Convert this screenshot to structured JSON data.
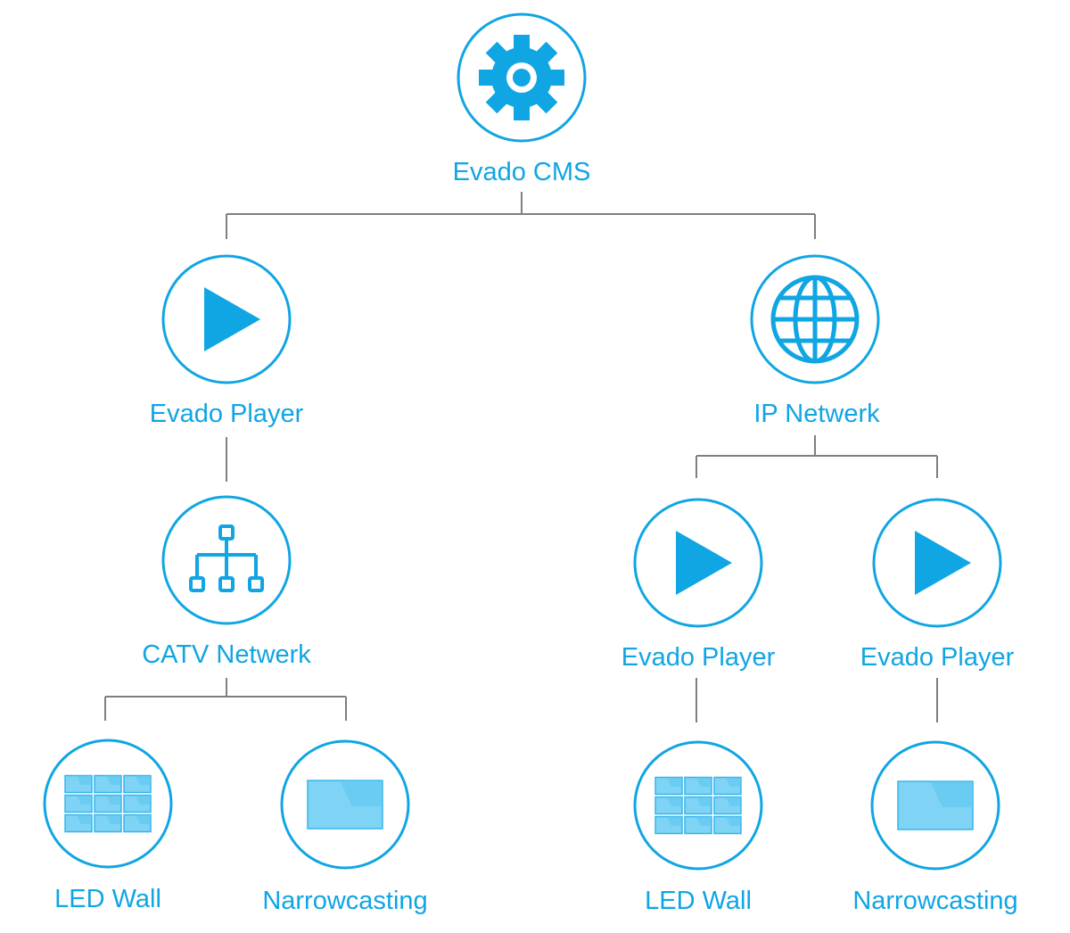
{
  "colors": {
    "accent": "#10a5e3",
    "connector": "#7f7f7f",
    "panel_light": "#7fd4f5",
    "background": "#ffffff"
  },
  "nodes": {
    "cms": {
      "label": "Evado CMS",
      "icon": "gear-icon"
    },
    "player_left": {
      "label": "Evado Player",
      "icon": "play-icon"
    },
    "ip_network": {
      "label": "IP Netwerk",
      "icon": "globe-icon"
    },
    "catv_network": {
      "label": "CATV Netwerk",
      "icon": "network-tree-icon"
    },
    "player_ip_1": {
      "label": "Evado Player",
      "icon": "play-icon"
    },
    "player_ip_2": {
      "label": "Evado Player",
      "icon": "play-icon"
    },
    "led_wall_catv": {
      "label": "LED Wall",
      "icon": "led-wall-icon"
    },
    "narrowcasting_catv": {
      "label": "Narrowcasting",
      "icon": "display-screen-icon"
    },
    "led_wall_ip": {
      "label": "LED Wall",
      "icon": "led-wall-icon"
    },
    "narrowcasting_ip": {
      "label": "Narrowcasting",
      "icon": "display-screen-icon"
    }
  }
}
